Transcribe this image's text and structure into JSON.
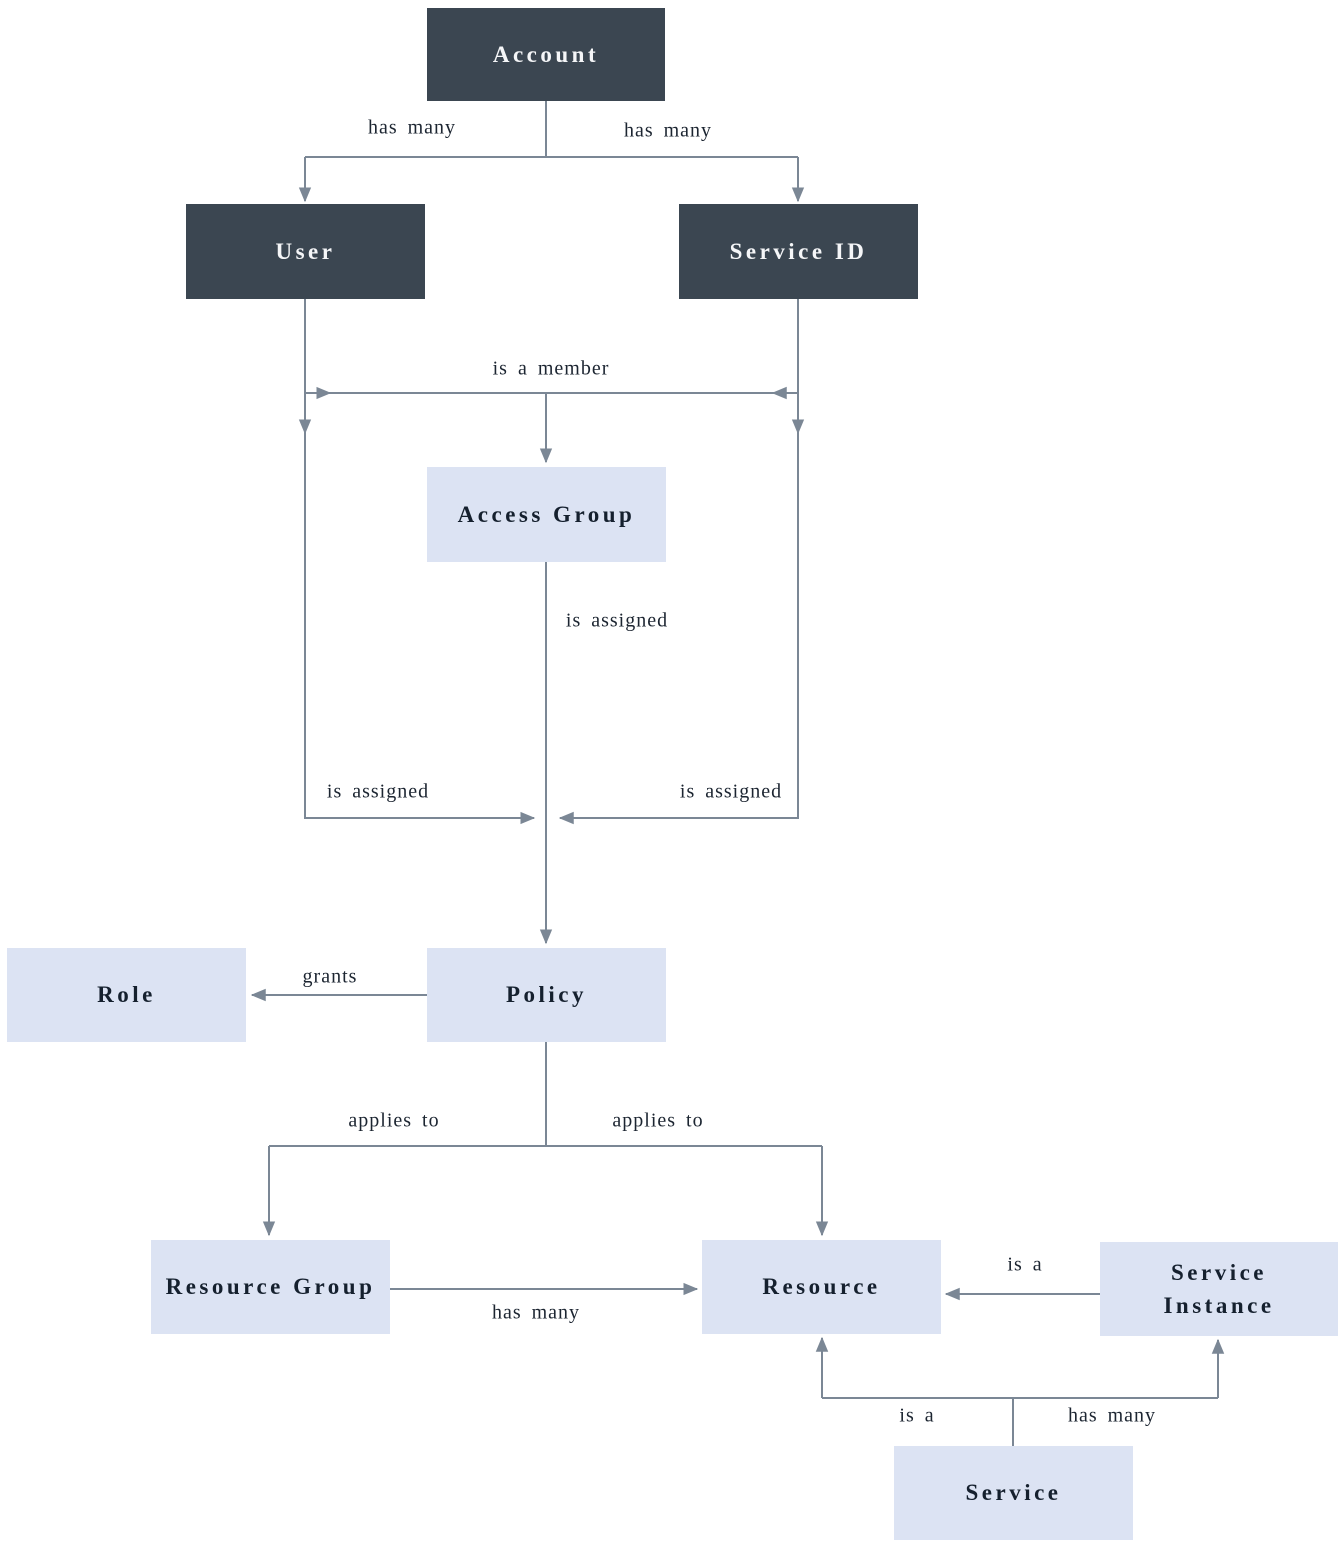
{
  "diagram": {
    "nodes": {
      "account": {
        "label": "Account",
        "style": "dark"
      },
      "user": {
        "label": "User",
        "style": "dark"
      },
      "service_id": {
        "label": "Service ID",
        "style": "dark"
      },
      "access_group": {
        "label": "Access Group",
        "style": "light"
      },
      "policy": {
        "label": "Policy",
        "style": "light"
      },
      "role": {
        "label": "Role",
        "style": "light"
      },
      "resource_group": {
        "label": "Resource Group",
        "style": "light"
      },
      "resource": {
        "label": "Resource",
        "style": "light"
      },
      "service_instance": {
        "label": "Service Instance",
        "style": "light"
      },
      "service": {
        "label": "Service",
        "style": "light"
      }
    },
    "edge_labels": {
      "account_has_many_user": "has many",
      "account_has_many_service_id": "has many",
      "is_a_member": "is a member",
      "access_group_is_assigned": "is assigned",
      "user_is_assigned": "is assigned",
      "service_id_is_assigned": "is assigned",
      "policy_grants_role": "grants",
      "policy_applies_to_resource_group": "applies to",
      "policy_applies_to_resource": "applies to",
      "resource_group_has_many_resource": "has many",
      "service_instance_is_a_resource": "is a",
      "service_is_a_resource": "is a",
      "service_has_many_instances": "has many"
    },
    "colors": {
      "dark_node_fill": "#3B4651",
      "dark_node_text": "#F5F6F8",
      "light_node_fill": "#DCE3F3",
      "light_node_text": "#15202E",
      "edge_line": "#7B8795",
      "edge_label_text": "#1C2531",
      "background": "#FFFFFF"
    }
  }
}
